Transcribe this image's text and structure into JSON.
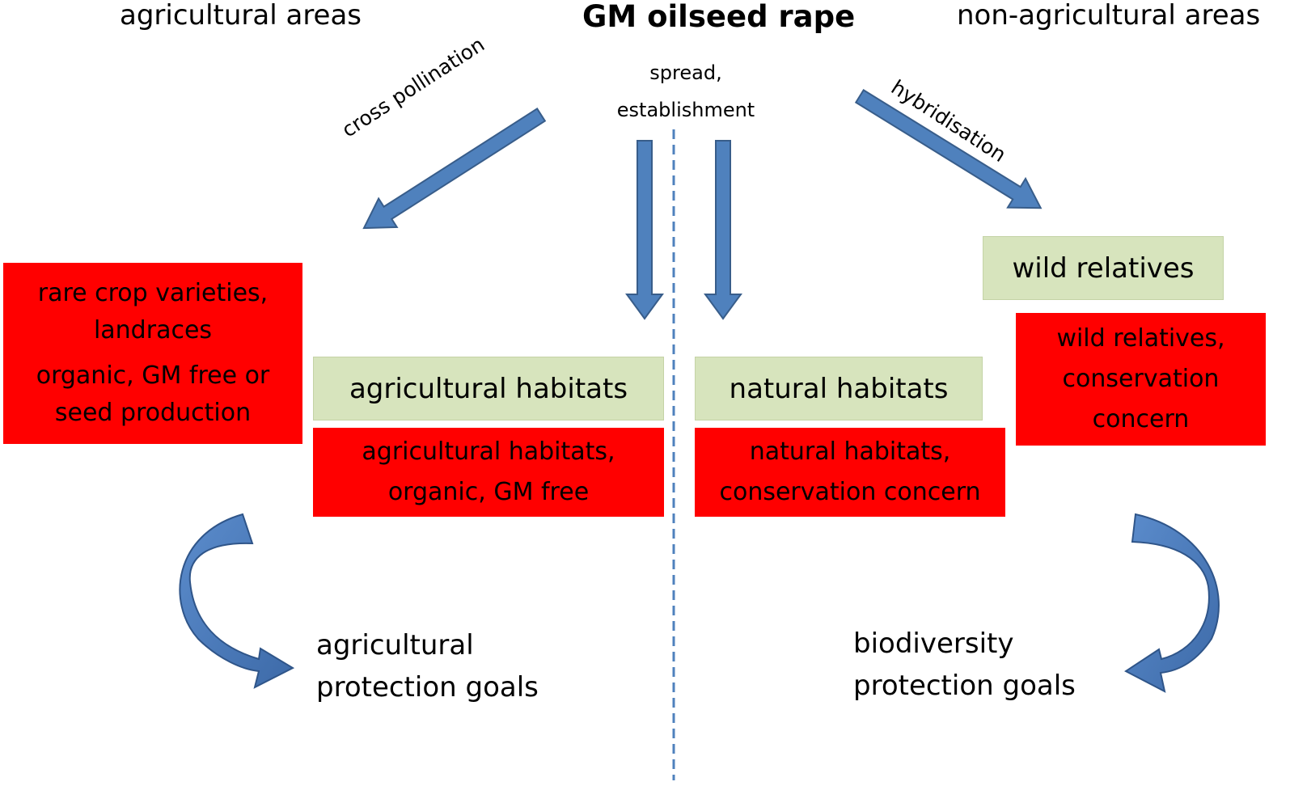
{
  "header": {
    "title": "GM oilseed rape",
    "left_area": "agricultural areas",
    "right_area": "non-agricultural areas"
  },
  "pathways": {
    "left": "cross pollination",
    "center_lines": [
      "spread,",
      "establishment"
    ],
    "right": "hybridisation"
  },
  "left_box": {
    "lines": [
      "rare crop varieties,",
      "landraces",
      "organic, GM free or",
      "seed production"
    ]
  },
  "center_left": {
    "habitat": "agricultural habitats",
    "concern_lines": [
      "agricultural habitats,",
      "organic, GM free"
    ]
  },
  "center_right": {
    "habitat": "natural habitats",
    "concern_lines": [
      "natural habitats,",
      "conservation concern"
    ]
  },
  "right_box": {
    "habitat": "wild relatives",
    "concern_lines": [
      "wild relatives,",
      "conservation",
      "concern"
    ]
  },
  "goals": {
    "left_lines": [
      "agricultural",
      "protection goals"
    ],
    "right_lines": [
      "biodiversity",
      "protection goals"
    ]
  },
  "colors": {
    "arrow_fill": "#4f81bd",
    "arrow_stroke": "#385d8a",
    "habitat_box": "#d7e4bd",
    "concern_box": "#ff0000",
    "divider": "#4f81bd"
  }
}
